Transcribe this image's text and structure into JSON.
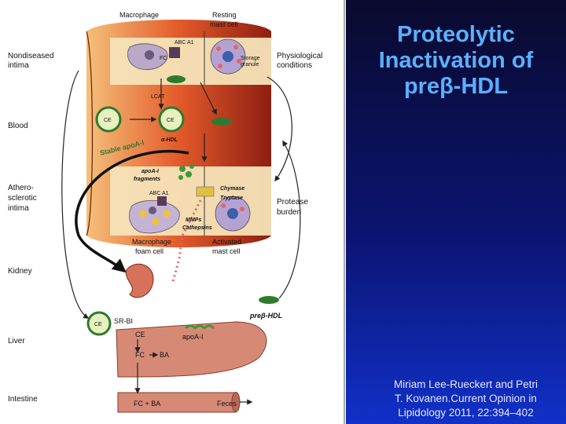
{
  "slide": {
    "title_lines": [
      "Proteolytic",
      "Inactivation of",
      "preβ-HDL"
    ],
    "citation_lines": [
      "Miriam Lee-Rueckert and Petri",
      "T. Kovanen.Current Opinion in",
      "Lipidology 2011, 22:394–402"
    ]
  },
  "figure": {
    "top_labels": {
      "macrophage": "Macrophage",
      "resting_mast_cell_1": "Resting",
      "resting_mast_cell_2": "mast cell"
    },
    "left_labels": {
      "nondiseased_1": "Nondiseased",
      "nondiseased_2": "intima",
      "blood": "Blood",
      "athero_1": "Athero-",
      "athero_2": "sclerotic",
      "athero_3": "intima",
      "kidney": "Kidney",
      "liver": "Liver",
      "intestine": "Intestine"
    },
    "right_labels": {
      "physio_1": "Physiological",
      "physio_2": "conditions",
      "protease_1": "Protease",
      "protease_2": "burden"
    },
    "inner_labels": {
      "abca1_top": "ABC A1",
      "fc": "FC",
      "storage_1": "Storage",
      "storage_2": "granule",
      "lcat": "LCAT",
      "ce_left": "CE",
      "ce_right": "CE",
      "alpha_hdl": "α-HDL",
      "stable_apoai": "Stable apoA-I",
      "apoai_frag_1": "apoA-I",
      "apoai_frag_2": "fragments",
      "abca1_bottom": "ABC A1",
      "chymase": "Chymase",
      "tryptase": "Tryptase",
      "mmps": "MMPs",
      "cathepsins": "Cathepsins",
      "foam_1": "Macrophage",
      "foam_2": "foam cell",
      "activated_1": "Activated",
      "activated_2": "mast cell",
      "ce_liver": "CE",
      "srbi": "SR-BI",
      "ce_hepatocyte": "CE",
      "fc_liver": "FC",
      "ba_liver": "BA",
      "apoai_liver": "apoA-I",
      "prebeta_hdl": "preβ-HDL",
      "fc_ba_intestine": "FC + BA",
      "feces": "Feces"
    }
  }
}
